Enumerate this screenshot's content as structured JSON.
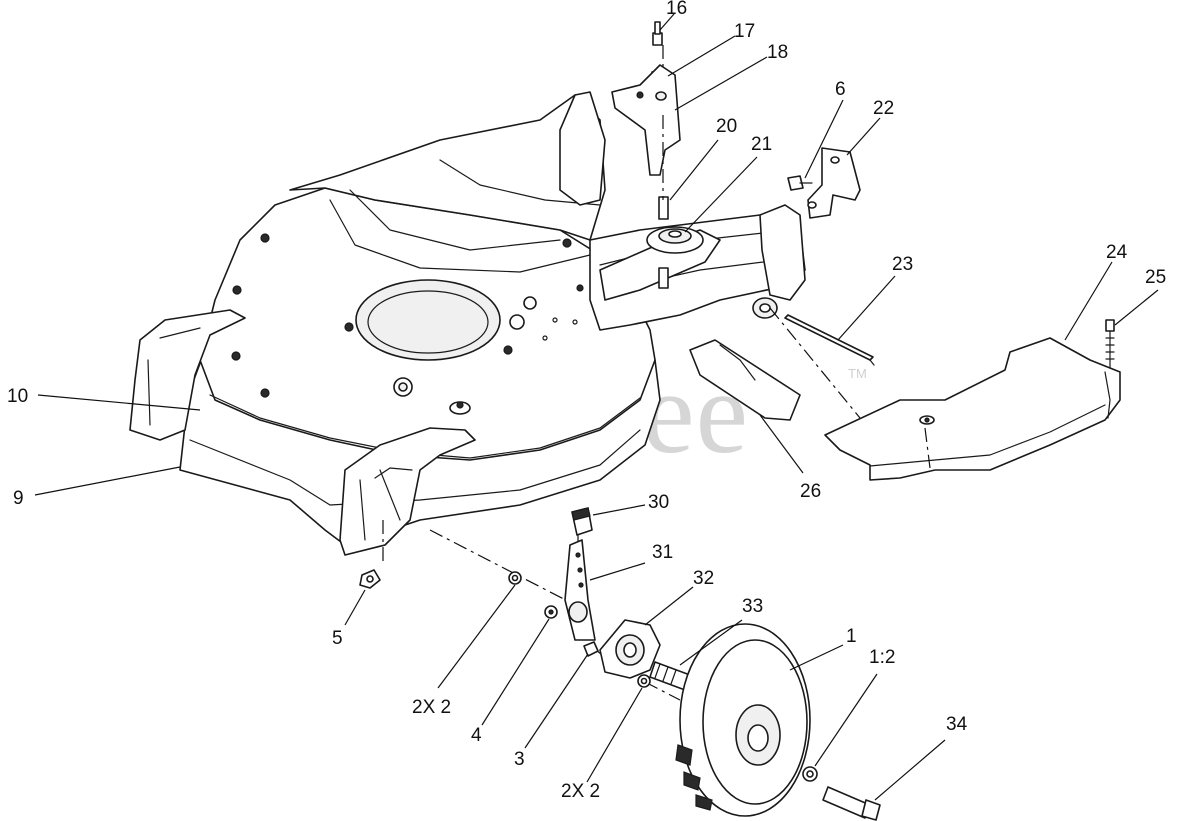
{
  "watermark": {
    "text": "PartsTree",
    "trademark": "TM"
  },
  "callouts": {
    "c1": "1",
    "c1_2": "1:2",
    "c3": "3",
    "c4": "4",
    "c5": "5",
    "c6": "6",
    "c9": "9",
    "c10": "10",
    "c16": "16",
    "c17": "17",
    "c18": "18",
    "c20": "20",
    "c21": "21",
    "c22": "22",
    "c23": "23",
    "c24": "24",
    "c25": "25",
    "c26": "26",
    "c30": "30",
    "c31": "31",
    "c32": "32",
    "c33": "33",
    "c34": "34",
    "c2x2_left": "2X 2",
    "c2x2_right": "2X 2"
  }
}
